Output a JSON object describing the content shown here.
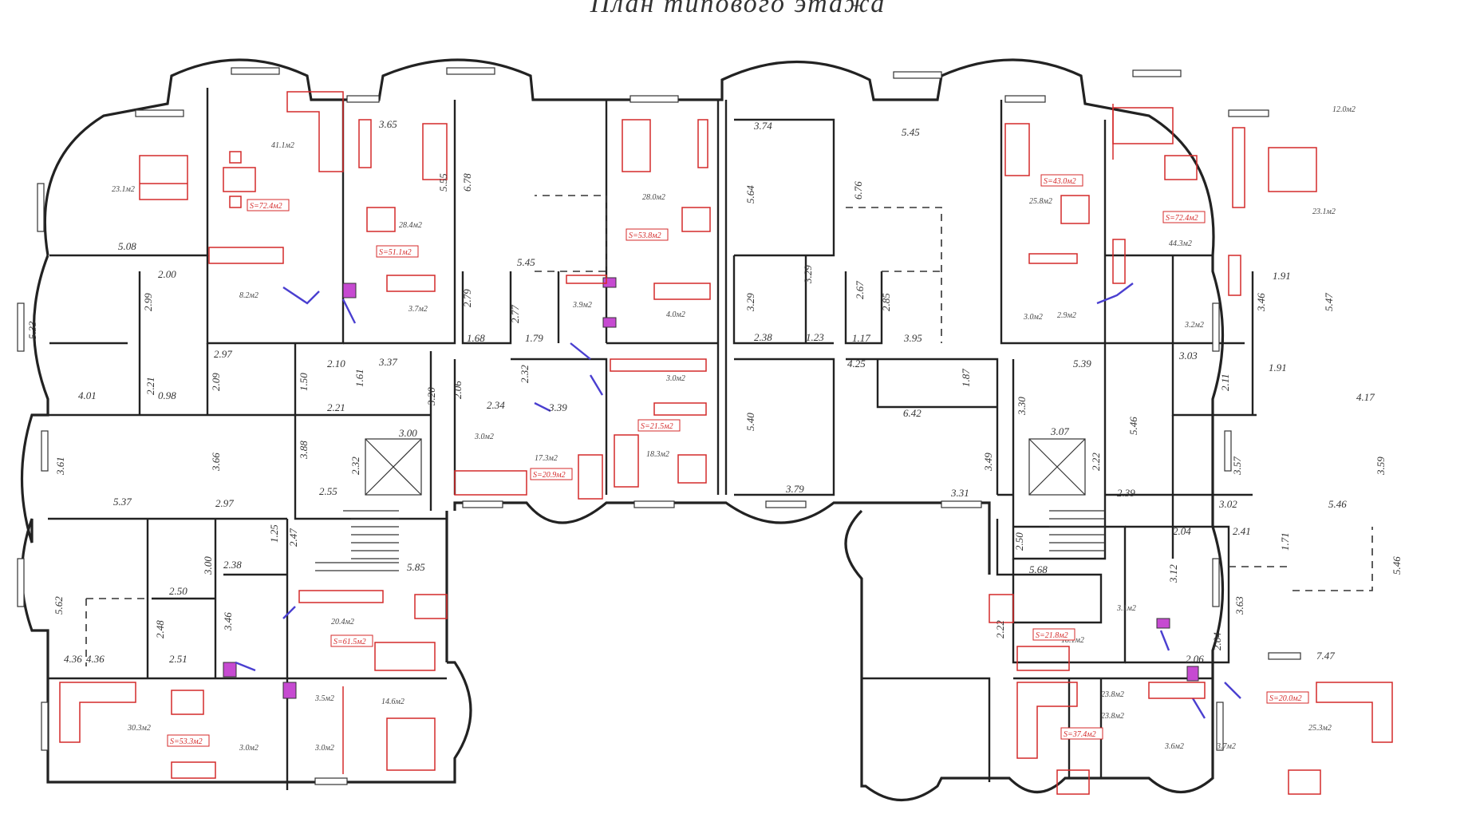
{
  "title": "План типового этажа",
  "colors": {
    "walls": "#222222",
    "furniture": "#d42a2a",
    "doors": "#4a3fd0",
    "shafts": "#c64ad1"
  },
  "dimensions": [
    "5.08",
    "2.00",
    "2.99",
    "5.33",
    "4.01",
    "2.21",
    "0.98",
    "2.97",
    "2.09",
    "3.61",
    "5.37",
    "3.66",
    "2.97",
    "5.62",
    "3.00",
    "2.38",
    "2.50",
    "2.48",
    "4.36",
    "4.36",
    "2.51",
    "3.46",
    "3.65",
    "5.55",
    "2.10",
    "3.37",
    "1.50",
    "1.61",
    "2.21",
    "3.88",
    "3.00",
    "2.32",
    "2.55",
    "2.47",
    "5.85",
    "1.25",
    "6.78",
    "5.45",
    "2.79",
    "2.77",
    "1.68",
    "1.79",
    "2.06",
    "2.32",
    "2.34",
    "3.39",
    "3.20",
    "3.74",
    "5.64",
    "3.29",
    "3.29",
    "2.38",
    "1.23",
    "5.40",
    "3.79",
    "5.45",
    "6.76",
    "2.67",
    "2.85",
    "1.17",
    "3.95",
    "4.25",
    "1.87",
    "6.42",
    "3.49",
    "3.31",
    "5.39",
    "3.30",
    "3.07",
    "5.46",
    "2.22",
    "2.39",
    "2.50",
    "5.68",
    "1.91",
    "3.46",
    "5.47",
    "3.03",
    "2.11",
    "1.91",
    "4.17",
    "3.57",
    "3.59",
    "3.02",
    "5.46",
    "2.04",
    "2.41",
    "1.71",
    "3.12",
    "3.63",
    "2.04",
    "5.46",
    "7.47",
    "2.06",
    "2.22"
  ],
  "areas": [
    "23.1м2",
    "41.1м2",
    "8.2м2",
    "28.4м2",
    "3.7м2",
    "28.0м2",
    "3.9м2",
    "4.0м2",
    "3.0м2",
    "3.0м2",
    "17.3м2",
    "18.3м2",
    "20.4м2",
    "3.5м2",
    "14.6м2",
    "30.3м2",
    "3.0м2",
    "3.0м2",
    "25.8м2",
    "44.3м2",
    "23.1м2",
    "3.0м2",
    "2.9м2",
    "3.2м2",
    "18.1м2",
    "3.1м2",
    "23.8м2",
    "23.8м2",
    "3.6м2",
    "3.7м2",
    "25.3м2",
    "12.0м2"
  ],
  "unit_areas": [
    "S=72.4м2",
    "S=51.1м2",
    "S=53.8м2",
    "S=21.5м2",
    "S=20.9м2",
    "S=61.5м2",
    "S=53.3м2",
    "S=43.0м2",
    "S=72.4м2",
    "S=21.8м2",
    "S=37.4м2",
    "S=20.0м2"
  ]
}
